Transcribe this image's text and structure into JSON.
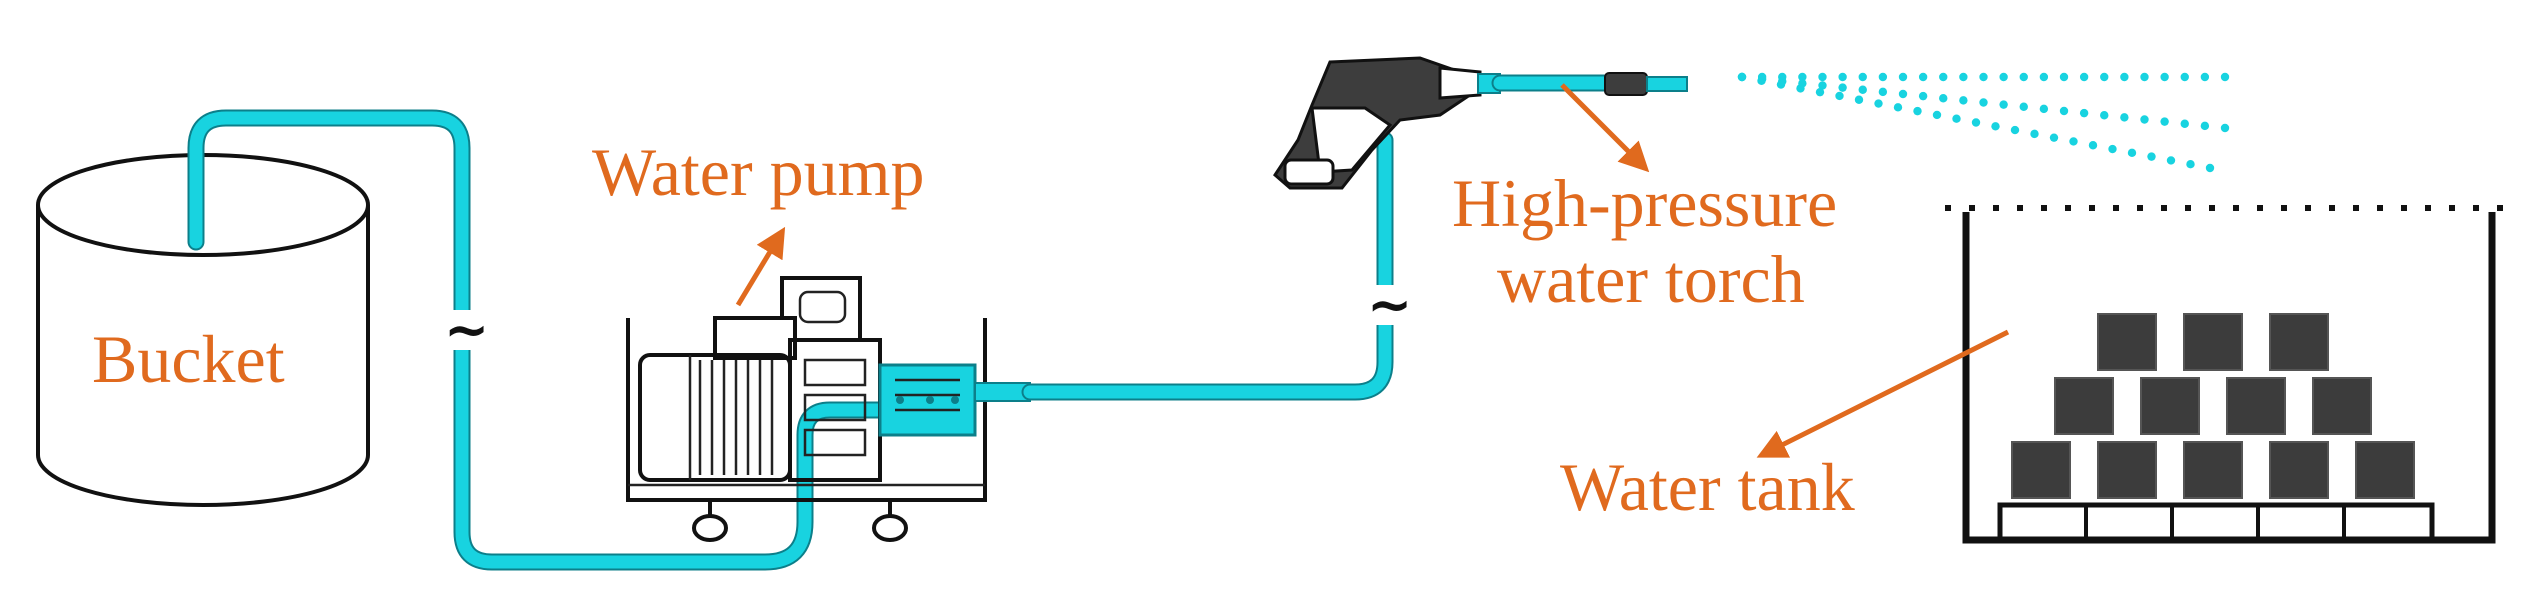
{
  "labels": {
    "bucket": "Bucket",
    "water_pump": "Water pump",
    "torch_line1": "High-pressure",
    "torch_line2": "water torch",
    "water_tank": "Water tank"
  },
  "break_symbol": "~",
  "colors": {
    "hose": "#18d3e0",
    "label": "#e06a1e",
    "outline": "#111111",
    "brick": "#3c3c3c"
  }
}
